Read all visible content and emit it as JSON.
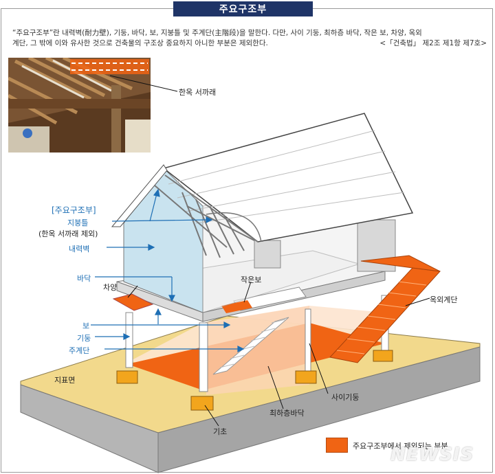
{
  "title": "주요구조부",
  "intro": {
    "line1": "“주요구조부”란 내력벽(耐力壁), 기둥, 바닥, 보, 지붕틀 및 주계단(主階段)을 말한다. 다만, 사이 기둥, 최하층 바닥, 작은 보, 차양, 옥외",
    "line2": "계단, 그 밖에 이와 유사한 것으로 건축물의 구조상 중요하지 아니한 부분은 제외한다.",
    "citation": "<「건축법」 제2조 제1항 제7호>"
  },
  "labels": {
    "photo_caption": "한옥 서까래",
    "main_structure_heading": "[주요구조부]",
    "roof_truss": "지붕틀",
    "roof_truss_note": "(한옥 서까래 제외)",
    "bearing_wall": "내력벽",
    "floor": "바닥",
    "eaves": "차양",
    "small_beam": "작은보",
    "beam": "보",
    "column": "기둥",
    "main_stair": "주계단",
    "ground_level": "지표면",
    "outdoor_stair": "옥외계단",
    "interior_column": "사이기둥",
    "lowest_floor": "최하층바닥",
    "foundation": "기초",
    "legend_text": "주요구조부에서 제외되는 부분"
  },
  "colors": {
    "title_bg": "#1f3467",
    "label_blue": "#1e6fb5",
    "excluded_orange": "#f06414",
    "ground": "#f2d98c",
    "wall_blue": "#c9e3ef"
  },
  "watermark": "NEWSIS"
}
